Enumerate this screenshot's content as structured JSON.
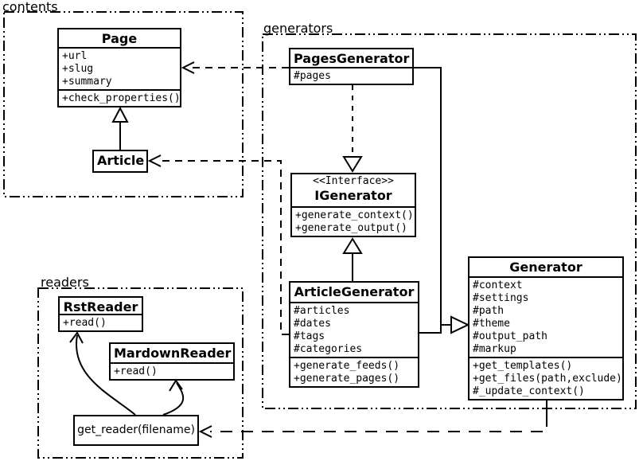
{
  "diagram_title": "Pelican-style static site generator UML class diagram",
  "colors": {
    "line": "#000000",
    "background": "#ffffff"
  },
  "packages": {
    "contents": {
      "label": "contents"
    },
    "generators": {
      "label": "generators"
    },
    "readers": {
      "label": "readers"
    }
  },
  "classes": {
    "page": {
      "title": "Page",
      "attributes": [
        "+url",
        "+slug",
        "+summary"
      ],
      "methods": [
        "+check_properties()"
      ]
    },
    "article": {
      "title": "Article"
    },
    "pages_generator": {
      "title": "PagesGenerator",
      "attributes": [
        "#pages"
      ]
    },
    "igenerator": {
      "stereotype": "<<Interface>>",
      "title": "IGenerator",
      "methods": [
        "+generate_context()",
        "+generate_output()"
      ]
    },
    "article_generator": {
      "title": "ArticleGenerator",
      "attributes": [
        "#articles",
        "#dates",
        "#tags",
        "#categories"
      ],
      "methods": [
        "+generate_feeds()",
        "+generate_pages()"
      ]
    },
    "generator": {
      "title": "Generator",
      "attributes": [
        "#context",
        "#settings",
        "#path",
        "#theme",
        "#output_path",
        "#markup"
      ],
      "methods": [
        "+get_templates()",
        "+get_files(path,exclude)",
        "#_update_context()"
      ]
    },
    "rst_reader": {
      "title": "RstReader",
      "methods": [
        "+read()"
      ]
    },
    "mardown_reader": {
      "title": "MardownReader",
      "methods": [
        "+read()"
      ]
    },
    "get_reader": {
      "label": "get_reader(filename)"
    }
  },
  "relationships": [
    {
      "from": "Article",
      "to": "Page",
      "type": "inheritance"
    },
    {
      "from": "PagesGenerator",
      "to": "Page",
      "type": "dependency"
    },
    {
      "from": "PagesGenerator",
      "to": "IGenerator",
      "type": "realization"
    },
    {
      "from": "ArticleGenerator",
      "to": "IGenerator",
      "type": "inheritance"
    },
    {
      "from": "PagesGenerator",
      "to": "Generator",
      "type": "inheritance"
    },
    {
      "from": "ArticleGenerator",
      "to": "Generator",
      "type": "inheritance"
    },
    {
      "from": "ArticleGenerator",
      "to": "Article",
      "type": "dependency"
    },
    {
      "from": "Generator",
      "to": "get_reader(filename)",
      "type": "dependency"
    },
    {
      "from": "get_reader(filename)",
      "to": "RstReader",
      "type": "arrow"
    },
    {
      "from": "get_reader(filename)",
      "to": "MardownReader",
      "type": "arrow"
    }
  ]
}
